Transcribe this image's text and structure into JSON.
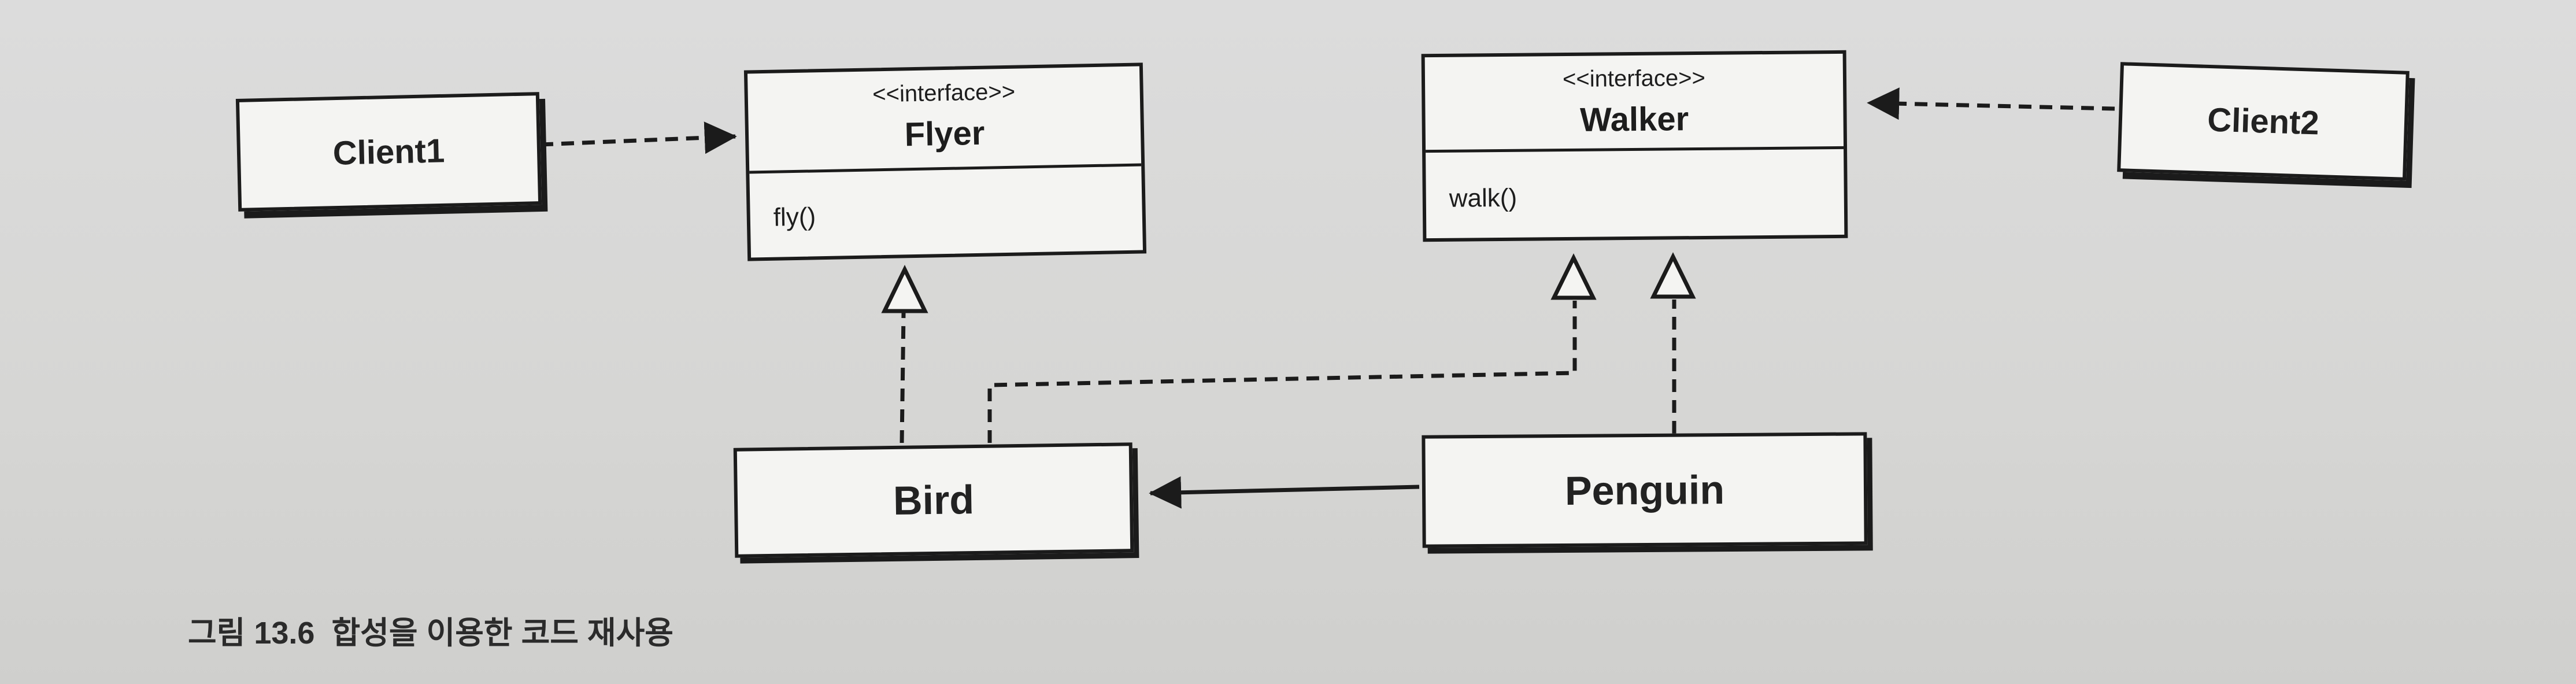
{
  "figure": {
    "interfaces": [
      {
        "id": "flyer",
        "stereotype": "<<interface>>",
        "name": "Flyer",
        "operation": "fly()"
      },
      {
        "id": "walker",
        "stereotype": "<<interface>>",
        "name": "Walker",
        "operation": "walk()"
      }
    ],
    "classes": {
      "client1": "Client1",
      "client2": "Client2",
      "bird": "Bird",
      "penguin": "Penguin"
    },
    "caption": {
      "label": "그림 13.6",
      "text": "합성을 이용한 코드 재사용"
    }
  }
}
